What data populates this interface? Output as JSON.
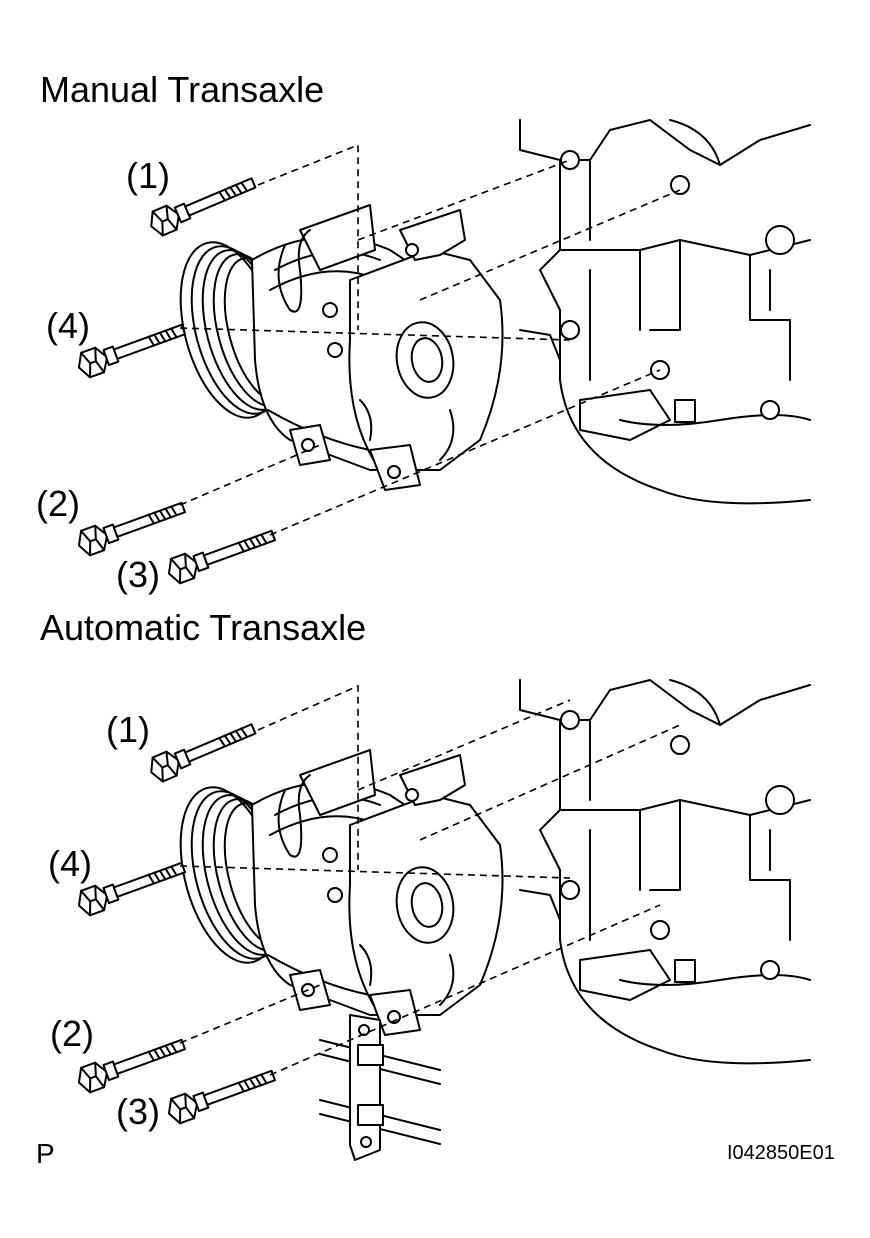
{
  "sections": [
    {
      "title": "Manual Transaxle",
      "callouts": [
        "(1)",
        "(4)",
        "(2)",
        "(3)"
      ]
    },
    {
      "title": "Automatic Transaxle",
      "callouts": [
        "(1)",
        "(4)",
        "(2)",
        "(3)"
      ]
    }
  ],
  "footer": {
    "page_mark": "P",
    "figure_id": "I042850E01"
  },
  "colors": {
    "ink": "#000000",
    "paper": "#ffffff"
  },
  "icons": [
    "bolt-icon",
    "compressor-icon",
    "engine-block-icon",
    "pipe-clamp-icon"
  ]
}
